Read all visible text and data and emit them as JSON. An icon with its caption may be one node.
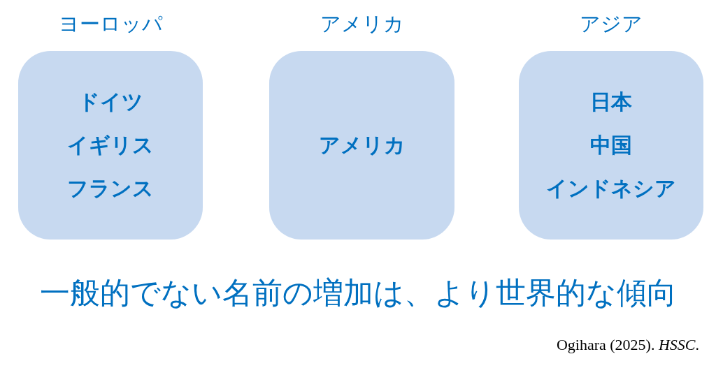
{
  "diagram": {
    "nodes": [
      {
        "text": [
          "ヨーロッパ",
          "ドイツ",
          "イギリス",
          "フランス"
        ]
      },
      {
        "text": [
          "アメリカ",
          "アメリカ"
        ]
      },
      {
        "text": [
          "アジア",
          "日本",
          "中国",
          "インドネシア"
        ]
      }
    ],
    "caption": "一般的でない名前の増加は、より世界的な傾向",
    "labels": [
      "Ogihara (2025). *HSSC*."
    ]
  }
}
